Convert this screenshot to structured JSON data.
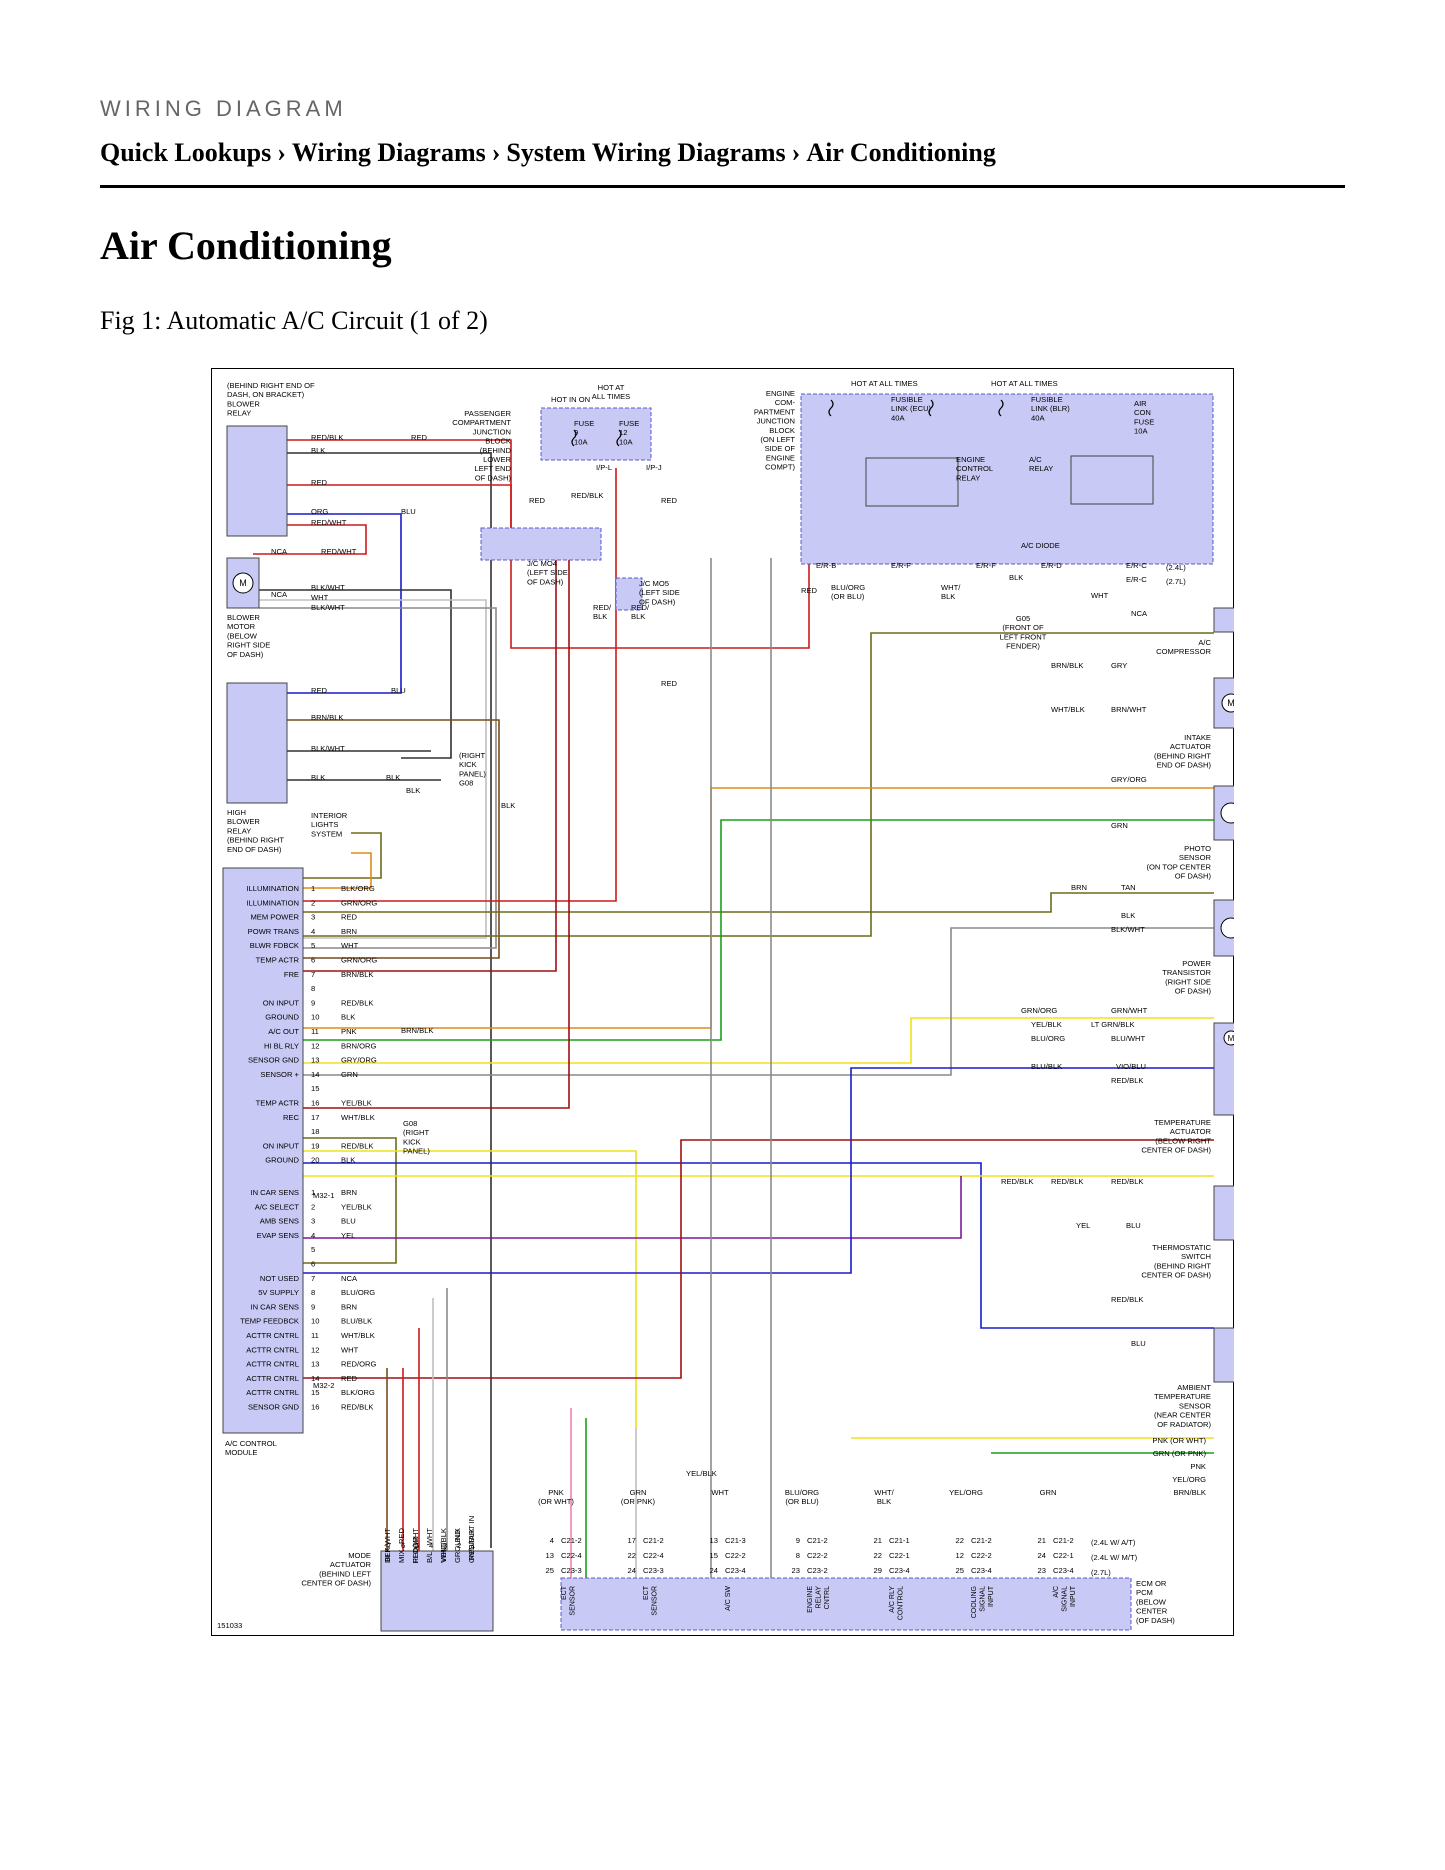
{
  "header": {
    "kicker": "WIRING DIAGRAM",
    "breadcrumb": [
      "Quick Lookups",
      "Wiring Diagrams",
      "System Wiring Diagrams",
      "Air Conditioning"
    ],
    "separator": "›"
  },
  "page": {
    "title": "Air Conditioning",
    "figure_caption": "Fig 1: Automatic A/C Circuit (1 of 2)"
  },
  "diagram": {
    "figure_id": "151033",
    "components": {
      "blower_relay": "(BEHIND RIGHT END OF|DASH, ON BRACKET)|BLOWER|RELAY",
      "blower_motor": "BLOWER|MOTOR|(BELOW|RIGHT SIDE|OF DASH)",
      "high_blower_relay": "HIGH|BLOWER|RELAY|(BEHIND RIGHT|END OF DASH)",
      "interior_lights": "INTERIOR|LIGHTS|SYSTEM",
      "g08_right_kick": "(RIGHT|KICK|PANEL)|G08",
      "g08_module": "G08|(RIGHT|KICK|PANEL)",
      "pass_jb": "PASSENGER|COMPARTMENT|JUNCTION|BLOCK|(BEHIND|LOWER|LEFT END|OF DASH)",
      "hot_in_on": "HOT IN ON",
      "hot_at_all_times_1": "HOT AT|ALL TIMES",
      "fuse9": "FUSE|9|10A",
      "fuse12": "FUSE|12|10A",
      "eng_jb": "ENGINE|COM-|PARTMENT|JUNCTION|BLOCK|(ON LEFT|SIDE OF|ENGINE|COMPT)",
      "hot_at_all_times_2": "HOT AT ALL TIMES",
      "hot_at_all_times_3": "HOT AT ALL TIMES",
      "fusible_ecu": "FUSIBLE|LINK (ECU)|40A",
      "fusible_blr": "FUSIBLE|LINK (BLR)|40A",
      "aircon_fuse": "AIR|CON|FUSE|10A",
      "ecr": "ENGINE|CONTROL|RELAY",
      "ac_relay": "A/C|RELAY",
      "ac_diode": "A/C DIODE",
      "jc_mo4": "J/C MO4|(LEFT SIDE|OF DASH)",
      "jc_mo5": "J/C MO5|(LEFT SIDE|OF DASH)",
      "g05": "G05|(FRONT OF|LEFT FRONT|FENDER)",
      "ac_compressor": "A/C|COMPRESSOR",
      "intake_actuator": "INTAKE|ACTUATOR|(BEHIND RIGHT|END OF DASH)",
      "photo_sensor": "PHOTO|SENSOR|(ON TOP CENTER|OF DASH)",
      "power_transistor": "POWER|TRANSISTOR|(RIGHT SIDE|OF DASH)",
      "temp_actuator": "TEMPERATURE|ACTUATOR|(BELOW RIGHT|CENTER OF DASH)",
      "thermo_switch": "THERMOSTATIC|SWITCH|(BEHIND RIGHT|CENTER OF DASH)",
      "ambient_sensor": "AMBIENT|TEMPERATURE|SENSOR|(NEAR CENTER|OF RADIATOR)",
      "ac_module": "A/C CONTROL|MODULE",
      "mode_actuator": "MODE|ACTUATOR|(BEHIND LEFT|CENTER OF DASH)",
      "ecm": "ECM OR|PCM|(BELOW|CENTER|(OF DASH)"
    },
    "variants": {
      "l24": "(2.4L)",
      "l27": "(2.7L)",
      "at": "(2.4L W/ A/T)",
      "mt": "(2.4L W/ M/T)",
      "l27b": "(2.7L)"
    },
    "module_pins_upper": [
      {
        "pin": "1",
        "label": "ILLUMINATION",
        "wire": "BLK/ORG"
      },
      {
        "pin": "2",
        "label": "ILLUMINATION",
        "wire": "GRN/ORG"
      },
      {
        "pin": "3",
        "label": "MEM POWER",
        "wire": "RED"
      },
      {
        "pin": "4",
        "label": "POWR TRANS",
        "wire": "BRN"
      },
      {
        "pin": "5",
        "label": "BLWR FDBCK",
        "wire": "WHT"
      },
      {
        "pin": "6",
        "label": "TEMP ACTR",
        "wire": "GRN/ORG"
      },
      {
        "pin": "7",
        "label": "FRE",
        "wire": "BRN/BLK"
      },
      {
        "pin": "8",
        "label": "",
        "wire": ""
      },
      {
        "pin": "9",
        "label": "ON INPUT",
        "wire": "RED/BLK"
      },
      {
        "pin": "10",
        "label": "GROUND",
        "wire": "BLK"
      },
      {
        "pin": "11",
        "label": "A/C OUT",
        "wire": "PNK"
      },
      {
        "pin": "12",
        "label": "HI BL RLY",
        "wire": "BRN/ORG"
      },
      {
        "pin": "13",
        "label": "SENSOR GND",
        "wire": "GRY/ORG"
      },
      {
        "pin": "14",
        "label": "SENSOR +",
        "wire": "GRN"
      },
      {
        "pin": "15",
        "label": "",
        "wire": ""
      },
      {
        "pin": "16",
        "label": "TEMP ACTR",
        "wire": "YEL/BLK"
      },
      {
        "pin": "17",
        "label": "REC",
        "wire": "WHT/BLK"
      },
      {
        "pin": "18",
        "label": "",
        "wire": ""
      },
      {
        "pin": "19",
        "label": "ON INPUT",
        "wire": "RED/BLK"
      },
      {
        "pin": "20",
        "label": "GROUND",
        "wire": "BLK"
      }
    ],
    "connector_m32_1": "M32-1",
    "connector_m32_2": "M32-2",
    "brn_blk_extra": "BRN/BLK",
    "module_pins_lower": [
      {
        "pin": "1",
        "label": "IN CAR SENS",
        "wire": "BRN"
      },
      {
        "pin": "2",
        "label": "A/C SELECT",
        "wire": "YEL/BLK"
      },
      {
        "pin": "3",
        "label": "AMB SENS",
        "wire": "BLU"
      },
      {
        "pin": "4",
        "label": "EVAP SENS",
        "wire": "YEL"
      },
      {
        "pin": "5",
        "label": "",
        "wire": ""
      },
      {
        "pin": "6",
        "label": "",
        "wire": ""
      },
      {
        "pin": "7",
        "label": "NOT USED",
        "wire": "NCA"
      },
      {
        "pin": "8",
        "label": "5V SUPPLY",
        "wire": "BLU/ORG"
      },
      {
        "pin": "9",
        "label": "IN CAR SENS",
        "wire": "BRN"
      },
      {
        "pin": "10",
        "label": "TEMP FEEDBCK",
        "wire": "BLU/BLK"
      },
      {
        "pin": "11",
        "label": "ACTTR CNTRL",
        "wire": "WHT/BLK"
      },
      {
        "pin": "12",
        "label": "ACTTR CNTRL",
        "wire": "WHT"
      },
      {
        "pin": "13",
        "label": "ACTTR CNTRL",
        "wire": "RED/ORG"
      },
      {
        "pin": "14",
        "label": "ACTTR CNTRL",
        "wire": "RED"
      },
      {
        "pin": "15",
        "label": "ACTTR CNTRL",
        "wire": "BLK/ORG"
      },
      {
        "pin": "16",
        "label": "SENSOR GND",
        "wire": "RED/BLK"
      }
    ],
    "mode_pins": [
      {
        "pin": "7",
        "label": "DEF",
        "wire": "BLK/WHT"
      },
      {
        "pin": "6",
        "label": "MIX",
        "wire": "RED"
      },
      {
        "pin": "5",
        "label": "FLOOR",
        "wire": "RED/WHT"
      },
      {
        "pin": "4",
        "label": "B/L",
        "wire": "WHT"
      },
      {
        "pin": "3",
        "label": "VENT",
        "wire": "WHT/BLK"
      },
      {
        "pin": "2",
        "label": "GROUND",
        "wire": "BLK"
      },
      {
        "pin": "1",
        "label": "ON/START IN",
        "wire": "RED/BLK"
      }
    ],
    "ecm_columns": [
      {
        "wire": "PNK|(OR WHT)",
        "pins": [
          "4",
          "13",
          "25"
        ],
        "conns": [
          "C21-2",
          "C22-4",
          "C23-3"
        ],
        "label": "ECT|SENSOR"
      },
      {
        "wire": "GRN|(OR PNK)",
        "pins": [
          "17",
          "22",
          "24"
        ],
        "conns": [
          "C21-2",
          "C22-4",
          "C23-3"
        ],
        "label": "ECT|SENSOR"
      },
      {
        "wire": "WHT",
        "pins": [
          "13",
          "15",
          "24"
        ],
        "conns": [
          "C21-3",
          "C22-2",
          "C23-4"
        ],
        "label": "A/C SW"
      },
      {
        "wire": "BLU/ORG|(OR BLU)",
        "pins": [
          "9",
          "8",
          "23"
        ],
        "conns": [
          "C21-2",
          "C22-2",
          "C23-2"
        ],
        "label": "ENGINE|RELAY|CNTRL"
      },
      {
        "wire": "WHT/|BLK",
        "pins": [
          "21",
          "22",
          "29"
        ],
        "conns": [
          "C21-1",
          "C22-1",
          "C23-4"
        ],
        "label": "A/C RLY|CONTROL"
      },
      {
        "wire": "YEL/ORG",
        "pins": [
          "22",
          "12",
          "25"
        ],
        "conns": [
          "C21-2",
          "C22-2",
          "C23-4"
        ],
        "label": "COOLING|SIGNAL|INPUT"
      },
      {
        "wire": "GRN",
        "pins": [
          "21",
          "24",
          "23"
        ],
        "conns": [
          "C21-2",
          "C22-1",
          "C23-4"
        ],
        "label": "A/C|SIGNAL|INPUT"
      }
    ],
    "ecm_right_wires": [
      "PNK (OR WHT)",
      "GRN (OR PNK)",
      "PNK",
      "YEL/ORG",
      "BRN/BLK"
    ],
    "labels": {
      "nca": "NCA",
      "yel_blk": "YEL/BLK",
      "red": "RED",
      "red_blk": "RED/BLK",
      "red_wht": "RED/WHT",
      "red_org": "RED/ORG",
      "blk": "BLK",
      "blu": "BLU",
      "org": "ORG",
      "wht": "WHT",
      "brn": "BRN",
      "tan": "TAN",
      "blk_wht": "BLK/WHT",
      "brn_blk": "BRN/BLK",
      "gry": "GRY",
      "wht_blk": "WHT/BLK",
      "brn_wht": "BRN/WHT",
      "gry_org": "GRY/ORG",
      "grn": "GRN",
      "grn_org": "GRN/ORG",
      "grn_wht": "GRN/WHT",
      "lt_grn_blk": "LT GRN/BLK",
      "blu_wht": "BLU/WHT",
      "blu_org": "BLU/ORG",
      "blu_blk": "BLU/BLK",
      "vio_blu": "VIO/BLU",
      "yel": "YEL",
      "blu_org_or": "BLU/ORG|(OR BLU)",
      "wht_blk2": "WHT/|BLK",
      "ip_l": "I/P-L",
      "ip_j": "I/P-J",
      "er_b": "E/R-B",
      "er_f": "E/R-F",
      "er_d": "E/R-D",
      "er_c": "E/R-C",
      "red_blk_split": "RED/|BLK"
    },
    "colors": {
      "box_fill": "#c9c9f5",
      "box_stroke": "#5a5acc",
      "red": "#cc1a1a",
      "darkred": "#a01010",
      "blue": "#1a1acc",
      "yellow": "#f0e01a",
      "green": "#1aa01a",
      "orange": "#e08a1a",
      "olive": "#6b6b1a",
      "brown": "#7a4a1a",
      "gray": "#8a8a8a",
      "lightgray": "#c0c0c0",
      "pink": "#f080b0",
      "purple": "#7a1a9a",
      "black": "#303030"
    }
  }
}
